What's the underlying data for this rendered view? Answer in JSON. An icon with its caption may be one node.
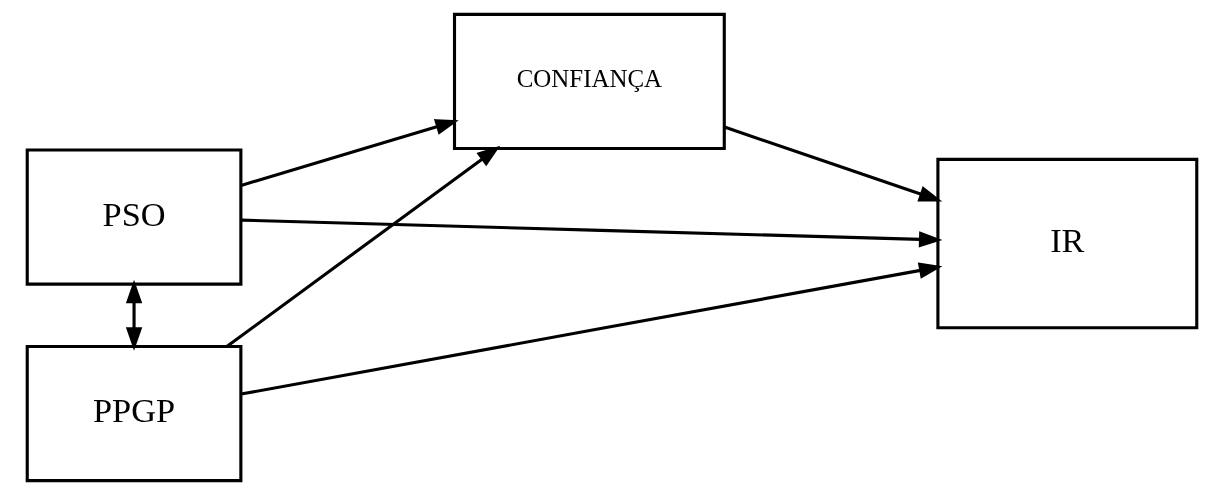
{
  "diagram": {
    "nodes": [
      {
        "text": [
          "PSO"
        ]
      },
      {
        "text": [
          "PPGP"
        ]
      },
      {
        "text": [
          "CONFIANÇA"
        ]
      },
      {
        "text": [
          "IR"
        ]
      }
    ],
    "edges": [
      {
        "from": 0,
        "to": 1,
        "arrow": "both"
      },
      {
        "from": 0,
        "to": 2,
        "arrow": "to"
      },
      {
        "from": 0,
        "to": 3,
        "arrow": "to"
      },
      {
        "from": 1,
        "to": 2,
        "arrow": "to"
      },
      {
        "from": 1,
        "to": 3,
        "arrow": "to"
      },
      {
        "from": 2,
        "to": 3,
        "arrow": "to"
      }
    ]
  }
}
